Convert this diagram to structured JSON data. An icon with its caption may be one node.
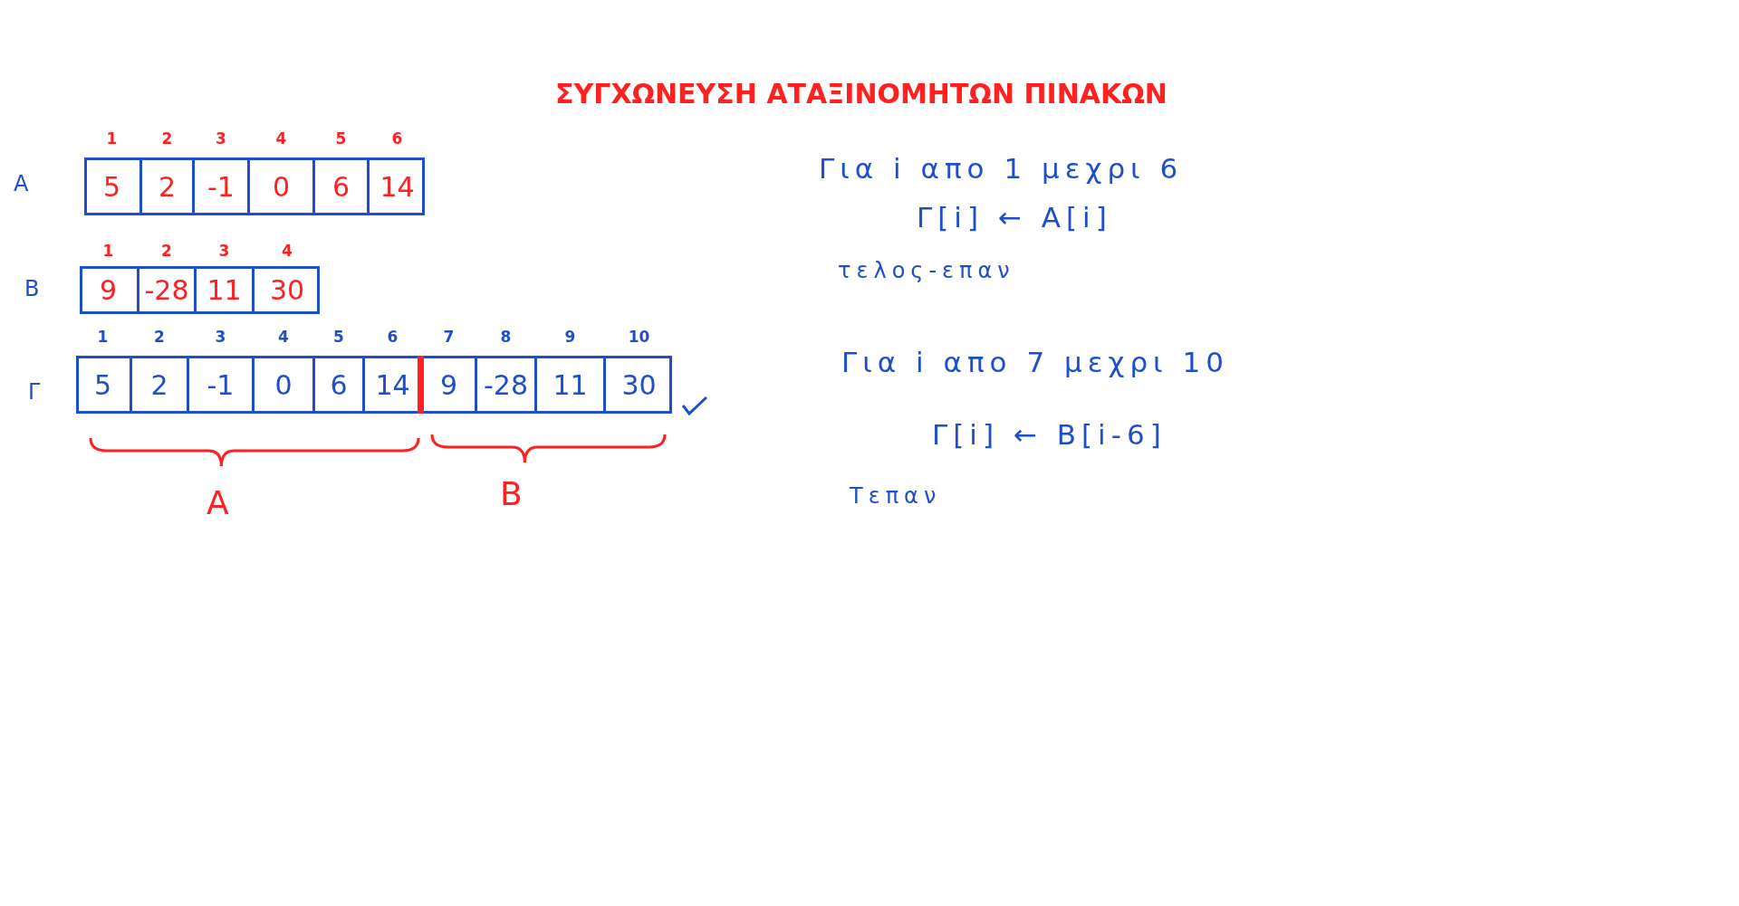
{
  "diagram": {
    "title": "ΣΥΓΧΩΝΕΥΣΗ ΑΤΑΞΙΝΟΜΗΤΩΝ ΠΙΝΑΚΩΝ",
    "nodes": [
      {
        "text": [
          "A"
        ]
      },
      {
        "text": [
          "5"
        ],
        "in": 0,
        "beside": [
          "1"
        ]
      },
      {
        "text": [
          "2"
        ],
        "in": 0,
        "beside": [
          "2"
        ]
      },
      {
        "text": [
          "-1"
        ],
        "in": 0,
        "beside": [
          "3"
        ]
      },
      {
        "text": [
          "0"
        ],
        "in": 0,
        "beside": [
          "4"
        ]
      },
      {
        "text": [
          "6"
        ],
        "in": 0,
        "beside": [
          "5"
        ]
      },
      {
        "text": [
          "14"
        ],
        "in": 0,
        "beside": [
          "6"
        ]
      },
      {
        "text": [
          "B"
        ]
      },
      {
        "text": [
          "9"
        ],
        "in": 7,
        "beside": [
          "1"
        ]
      },
      {
        "text": [
          "-28"
        ],
        "in": 7,
        "beside": [
          "2"
        ]
      },
      {
        "text": [
          "11"
        ],
        "in": 7,
        "beside": [
          "3"
        ]
      },
      {
        "text": [
          "30"
        ],
        "in": 7,
        "beside": [
          "4"
        ]
      },
      {
        "text": [
          "Γ"
        ]
      },
      {
        "text": [
          "5"
        ],
        "in": 12,
        "beside": [
          "1"
        ]
      },
      {
        "text": [
          "2"
        ],
        "in": 12,
        "beside": [
          "2"
        ]
      },
      {
        "text": [
          "-1"
        ],
        "in": 12,
        "beside": [
          "3"
        ]
      },
      {
        "text": [
          "0"
        ],
        "in": 12,
        "beside": [
          "4"
        ]
      },
      {
        "text": [
          "6"
        ],
        "in": 12,
        "beside": [
          "5"
        ]
      },
      {
        "text": [
          "14"
        ],
        "in": 12,
        "beside": [
          "6"
        ]
      },
      {
        "text": [
          "9"
        ],
        "in": 12,
        "beside": [
          "7"
        ]
      },
      {
        "text": [
          "-28"
        ],
        "in": 12,
        "beside": [
          "8"
        ]
      },
      {
        "text": [
          "11"
        ],
        "in": 12,
        "beside": [
          "9"
        ]
      },
      {
        "text": [
          "30"
        ],
        "in": 12,
        "beside": [
          "10"
        ]
      }
    ],
    "labels": [
      "Για i απο 1 μεχρι 6",
      "Γ[i] ← A[i]",
      "τελος-επαν",
      "A",
      "B",
      "Για i απο 7 μεχρι 10",
      "Γ[i] ← B[i-6]",
      "Τεπαν"
    ]
  }
}
